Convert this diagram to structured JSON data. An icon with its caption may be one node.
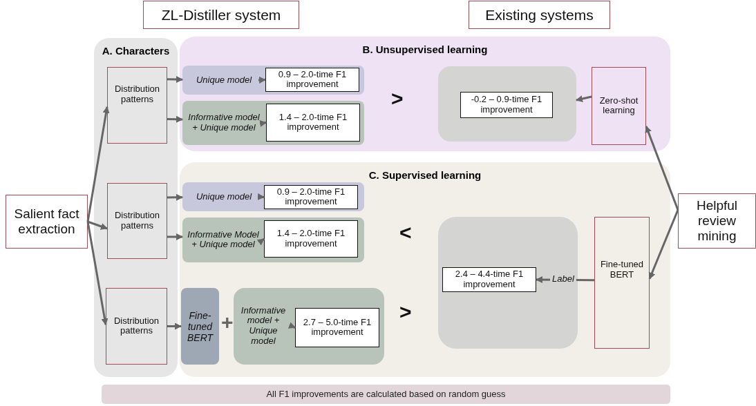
{
  "diagram": {
    "nodes": [
      {
        "text": [
          "ZL-Distiller system"
        ]
      },
      {
        "text": [
          "Existing systems"
        ]
      },
      {
        "text": [
          "A. Characters"
        ]
      },
      {
        "text": [
          "Distribution patterns"
        ],
        "in": 2
      },
      {
        "text": [
          "Distribution patterns"
        ],
        "in": 2
      },
      {
        "text": [
          "Distribution patterns"
        ],
        "in": 2
      },
      {
        "text": [
          "B. Unsupervised learning"
        ]
      },
      {
        "text": [],
        "shape": "box",
        "in": 6
      },
      {
        "text": [
          "Unique model"
        ],
        "in": 7
      },
      {
        "text": [
          "0.9 – 2.0-time F1 improvement"
        ],
        "in": 7
      },
      {
        "text": [],
        "shape": "box",
        "in": 6
      },
      {
        "text": [
          "Informative model + Unique model"
        ],
        "in": 10
      },
      {
        "text": [
          "1.4 – 2.0-time F1 improvement"
        ],
        "in": 10
      },
      {
        "text": [],
        "shape": "box",
        "in": 6
      },
      {
        "text": [
          "-0.2 – 0.9-time F1 improvement"
        ],
        "in": 13
      },
      {
        "text": [
          "Zero-shot learning"
        ],
        "in": 6
      },
      {
        "text": [
          "C. Supervised learning"
        ]
      },
      {
        "text": [],
        "shape": "box",
        "in": 16
      },
      {
        "text": [
          "Unique model"
        ],
        "in": 17
      },
      {
        "text": [
          "0.9 – 2.0-time F1 improvement"
        ],
        "in": 17
      },
      {
        "text": [],
        "shape": "box",
        "in": 16
      },
      {
        "text": [
          "Informative Model + Unique model"
        ],
        "in": 20
      },
      {
        "text": [
          "1.4 – 2.0-time F1 improvement"
        ],
        "in": 20
      },
      {
        "text": [
          "Fine-tuned BERT"
        ],
        "in": 16
      },
      {
        "text": [],
        "shape": "box",
        "in": 16
      },
      {
        "text": [
          "Informative model + Unique model"
        ],
        "in": 24
      },
      {
        "text": [
          "2.7 – 5.0-time F1 improvement"
        ],
        "in": 24
      },
      {
        "text": [],
        "shape": "box",
        "in": 16
      },
      {
        "text": [
          "2.4 – 4.4-time F1 improvement"
        ],
        "in": 27
      },
      {
        "text": [
          "Fine-tuned BERT"
        ],
        "in": 16
      },
      {
        "text": [
          "Salient fact extraction"
        ]
      },
      {
        "text": [
          "Helpful review mining"
        ]
      },
      {
        "text": [
          "All F1 improvements are calculated based on random guess"
        ]
      }
    ],
    "edges": [
      {
        "from": 30,
        "to": 3,
        "arrow": "to"
      },
      {
        "from": 30,
        "to": 4,
        "arrow": "to"
      },
      {
        "from": 30,
        "to": 5,
        "arrow": "to"
      },
      {
        "from": 3,
        "to": 7,
        "arrow": "to"
      },
      {
        "from": 3,
        "to": 10,
        "arrow": "to"
      },
      {
        "from": 4,
        "to": 17,
        "arrow": "to"
      },
      {
        "from": 4,
        "to": 20,
        "arrow": "to"
      },
      {
        "from": 5,
        "to": 23,
        "arrow": "to"
      },
      {
        "from": 8,
        "to": 9,
        "arrow": "to"
      },
      {
        "from": 11,
        "to": 12,
        "arrow": "to"
      },
      {
        "from": 18,
        "to": 19,
        "arrow": "to"
      },
      {
        "from": 21,
        "to": 22,
        "arrow": "to"
      },
      {
        "from": 25,
        "to": 26,
        "arrow": "to"
      },
      {
        "from": 15,
        "to": 13,
        "arrow": "to"
      },
      {
        "from": 29,
        "to": 28,
        "arrow": "to",
        "label": "Label"
      },
      {
        "from": 31,
        "to": 15,
        "arrow": "to"
      },
      {
        "from": 31,
        "to": 29,
        "arrow": "to"
      }
    ],
    "labels": [
      ">",
      "<",
      "+",
      ">"
    ]
  }
}
